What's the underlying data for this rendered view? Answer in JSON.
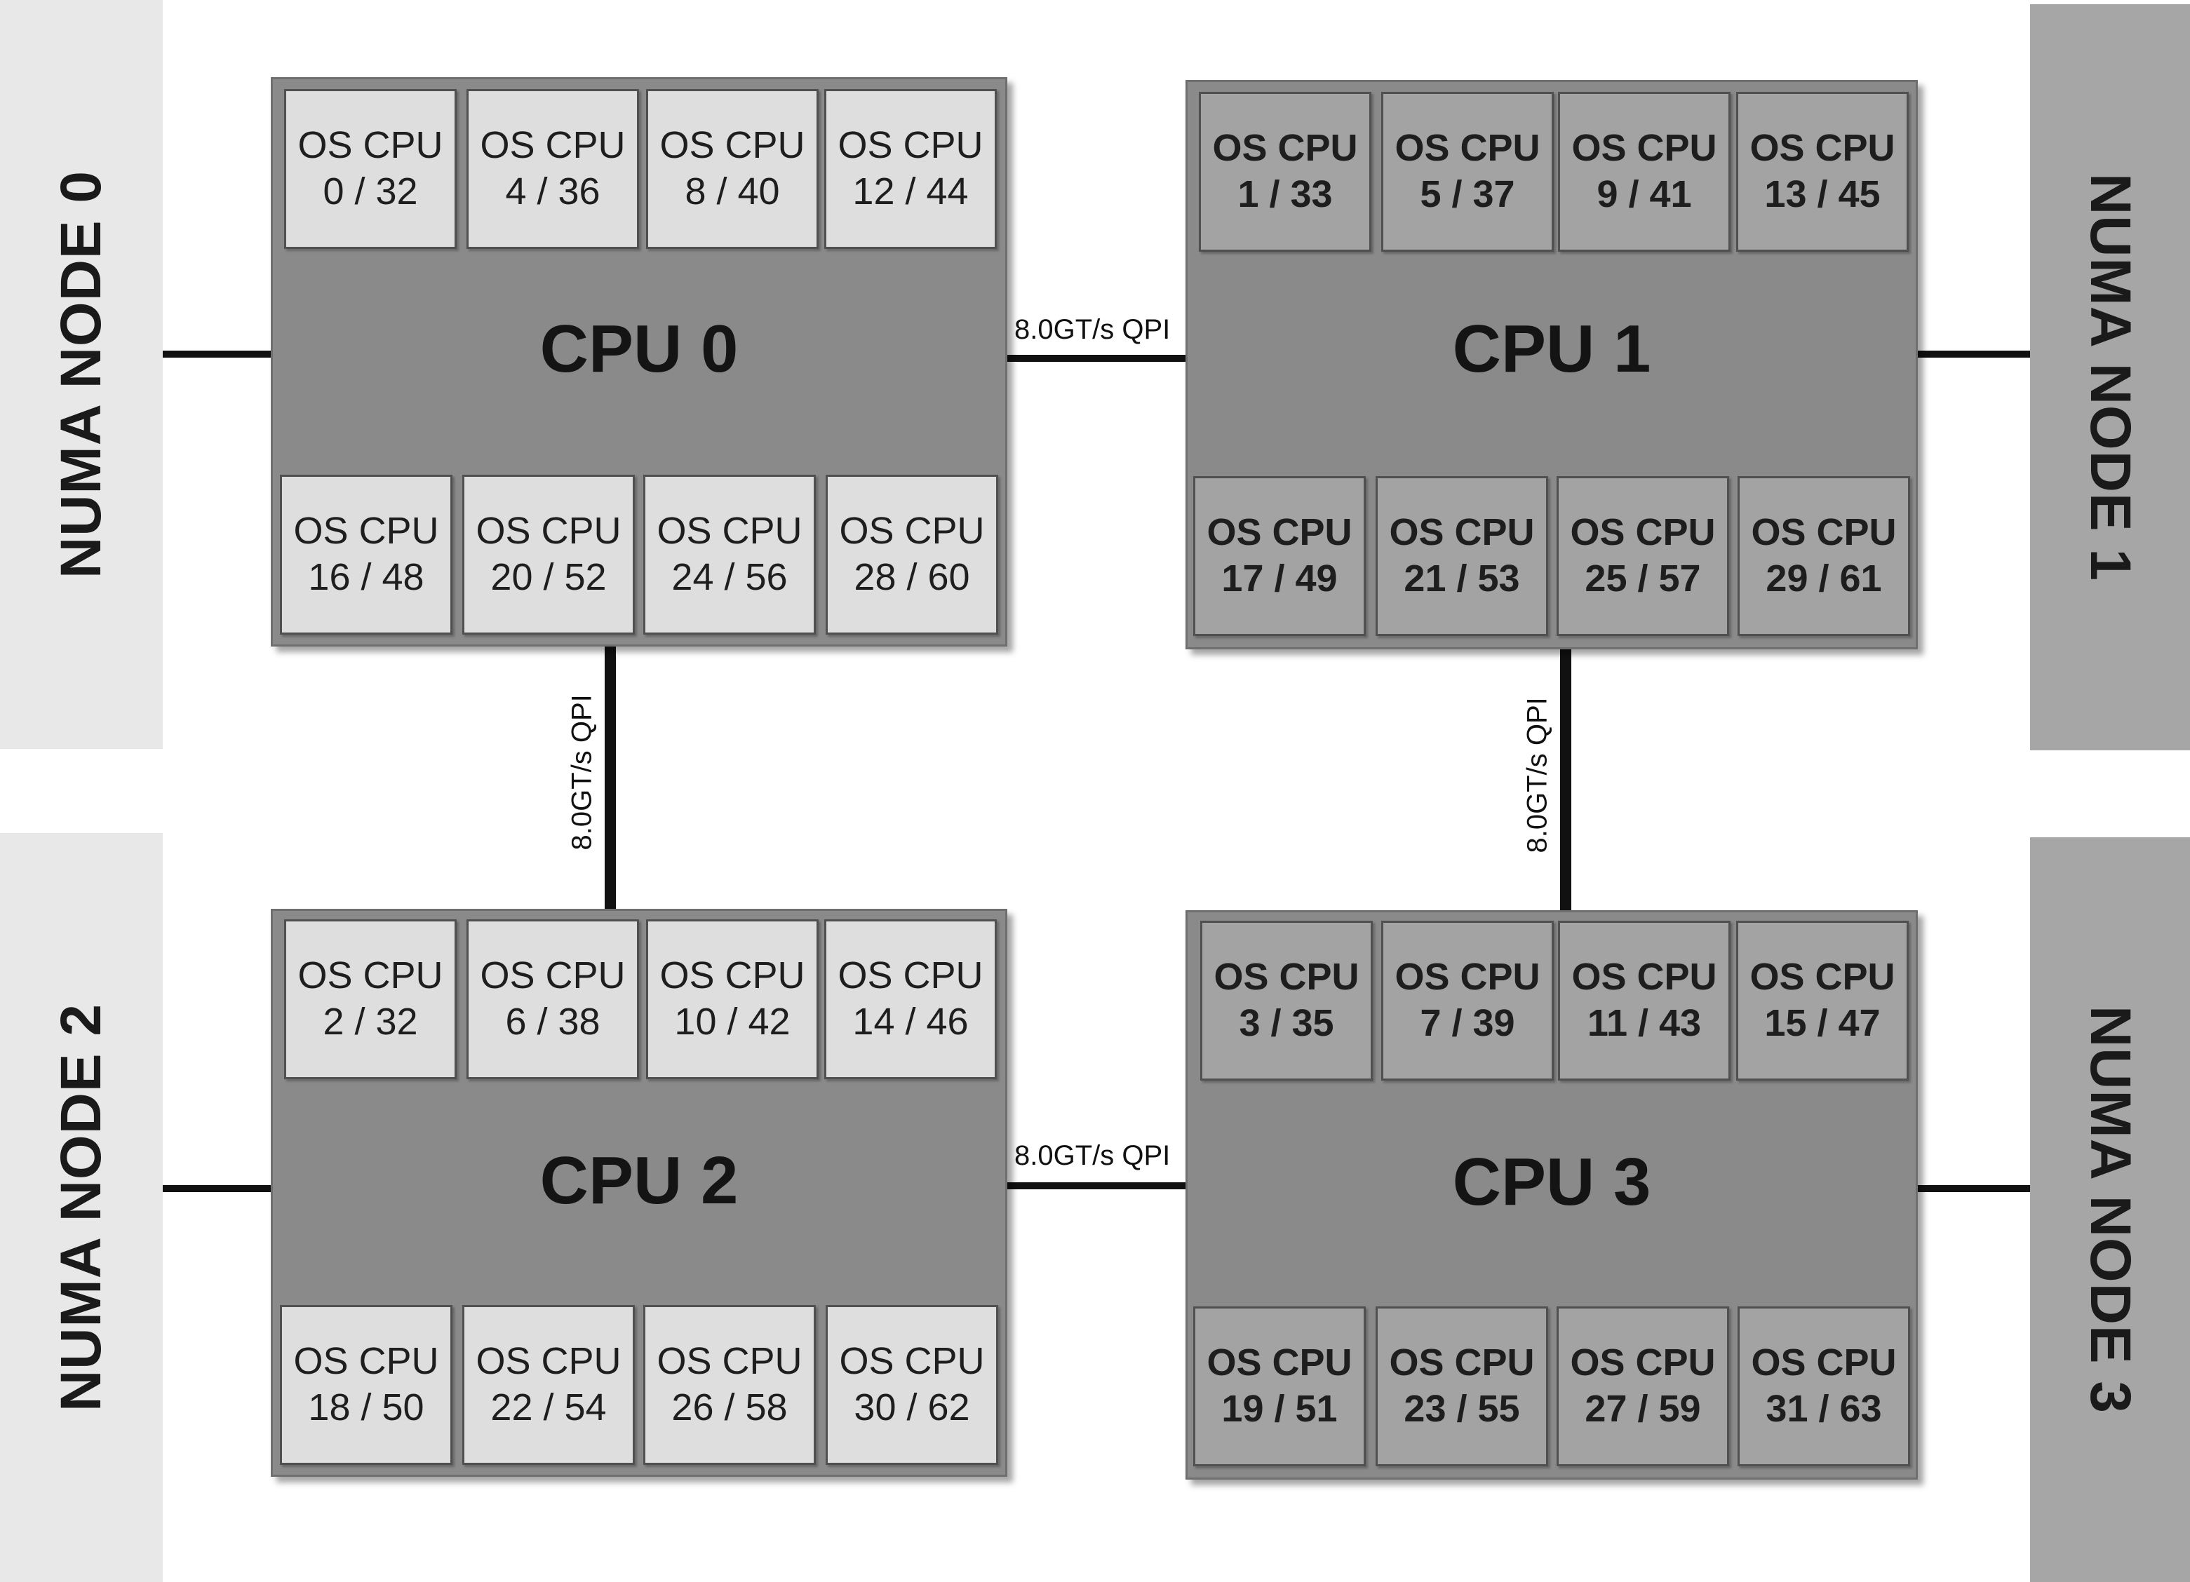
{
  "numa_nodes": [
    {
      "label": "NUMA NODE 0"
    },
    {
      "label": "NUMA NODE 1"
    },
    {
      "label": "NUMA NODE 2"
    },
    {
      "label": "NUMA NODE 3"
    }
  ],
  "links": {
    "cpu0_cpu1": "8.0GT/s QPI",
    "cpu0_cpu2": "8.0GT/s QPI",
    "cpu1_cpu3": "8.0GT/s QPI",
    "cpu2_cpu3": "8.0GT/s QPI"
  },
  "cpus": [
    {
      "label": "CPU 0",
      "cores_top": [
        {
          "name": "OS CPU",
          "ids": "0 / 32"
        },
        {
          "name": "OS CPU",
          "ids": "4 / 36"
        },
        {
          "name": "OS CPU",
          "ids": "8 / 40"
        },
        {
          "name": "OS CPU",
          "ids": "12 / 44"
        }
      ],
      "cores_bottom": [
        {
          "name": "OS CPU",
          "ids": "16 / 48"
        },
        {
          "name": "OS CPU",
          "ids": "20 / 52"
        },
        {
          "name": "OS CPU",
          "ids": "24 / 56"
        },
        {
          "name": "OS CPU",
          "ids": "28 / 60"
        }
      ]
    },
    {
      "label": "CPU 1",
      "cores_top": [
        {
          "name": "OS CPU",
          "ids": "1 / 33"
        },
        {
          "name": "OS CPU",
          "ids": "5 / 37"
        },
        {
          "name": "OS CPU",
          "ids": "9 / 41"
        },
        {
          "name": "OS CPU",
          "ids": "13 / 45"
        }
      ],
      "cores_bottom": [
        {
          "name": "OS CPU",
          "ids": "17 / 49"
        },
        {
          "name": "OS CPU",
          "ids": "21 / 53"
        },
        {
          "name": "OS CPU",
          "ids": "25 / 57"
        },
        {
          "name": "OS CPU",
          "ids": "29 / 61"
        }
      ]
    },
    {
      "label": "CPU 2",
      "cores_top": [
        {
          "name": "OS CPU",
          "ids": "2 / 32"
        },
        {
          "name": "OS CPU",
          "ids": "6 / 38"
        },
        {
          "name": "OS CPU",
          "ids": "10 / 42"
        },
        {
          "name": "OS CPU",
          "ids": "14 / 46"
        }
      ],
      "cores_bottom": [
        {
          "name": "OS CPU",
          "ids": "18 / 50"
        },
        {
          "name": "OS CPU",
          "ids": "22 / 54"
        },
        {
          "name": "OS CPU",
          "ids": "26 / 58"
        },
        {
          "name": "OS CPU",
          "ids": "30 / 62"
        }
      ]
    },
    {
      "label": "CPU 3",
      "cores_top": [
        {
          "name": "OS CPU",
          "ids": "3 / 35"
        },
        {
          "name": "OS CPU",
          "ids": "7 / 39"
        },
        {
          "name": "OS CPU",
          "ids": "11 / 43"
        },
        {
          "name": "OS CPU",
          "ids": "15 / 47"
        }
      ],
      "cores_bottom": [
        {
          "name": "OS CPU",
          "ids": "19 / 51"
        },
        {
          "name": "OS CPU",
          "ids": "23 / 55"
        },
        {
          "name": "OS CPU",
          "ids": "27 / 59"
        },
        {
          "name": "OS CPU",
          "ids": "31 / 63"
        }
      ]
    }
  ],
  "colors": {
    "numa_light": "#e8e8e8",
    "numa_dark": "#a6a6a6",
    "cpu_package": "#8a8a8a",
    "core_light": "#dedede",
    "core_dark": "#a3a3a3",
    "line": "#111111"
  }
}
